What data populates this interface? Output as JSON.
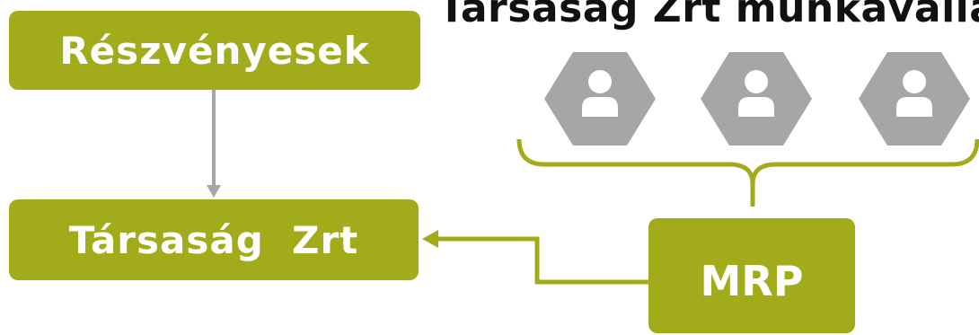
{
  "header": {
    "title": "Társaság Zrt munkaválla"
  },
  "nodes": {
    "shareholders": "Részvényesek",
    "company": "Társaság  Zrt",
    "mrp": "MRP"
  },
  "colors": {
    "box_fill": "#a2ab1a",
    "box_text": "#ffffff",
    "arrow_gray": "#a6a6a6",
    "hexagon_fill": "#a6a6a6",
    "person_fill": "#ffffff"
  },
  "icons": [
    "person-icon",
    "person-icon",
    "person-icon"
  ]
}
